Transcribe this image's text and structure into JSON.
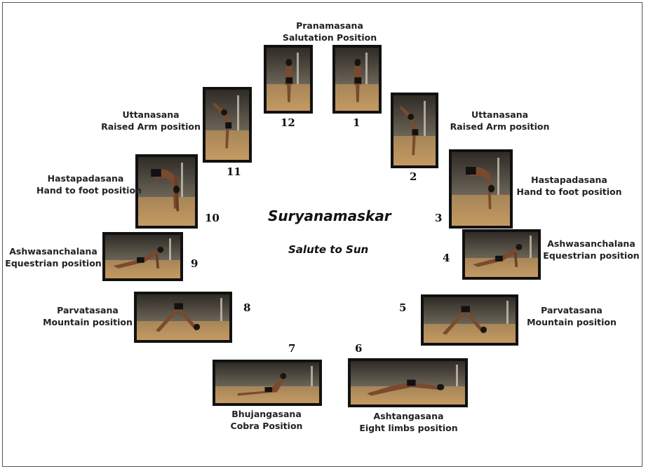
{
  "title": "Suryanamaskar",
  "subtitle": "Salute to Sun",
  "poses": [
    {
      "number": "1",
      "name": "Pranamasana",
      "desc": "Salutation Position"
    },
    {
      "number": "2",
      "name": "Uttanasana",
      "desc": "Raised Arm position"
    },
    {
      "number": "3",
      "name": "Hastapadasana",
      "desc": "Hand to foot position"
    },
    {
      "number": "4",
      "name": "Ashwasanchalana",
      "desc": "Equestrian position"
    },
    {
      "number": "5",
      "name": "Parvatasana",
      "desc": "Mountain position"
    },
    {
      "number": "6",
      "name": "Ashtangasana",
      "desc": "Eight limbs position"
    },
    {
      "number": "7",
      "name": "Bhujangasana",
      "desc": "Cobra Position"
    },
    {
      "number": "8",
      "name": "Parvatasana",
      "desc": "Mountain position"
    },
    {
      "number": "9",
      "name": "Ashwasanchalana",
      "desc": "Equestrian position"
    },
    {
      "number": "10",
      "name": "Hastapadasana",
      "desc": "Hand to foot position"
    },
    {
      "number": "11",
      "name": "Uttanasana",
      "desc": "Raised Arm position"
    },
    {
      "number": "12",
      "name": "Pranamasana",
      "desc": "Salutation Position"
    }
  ],
  "colors": {
    "frame": "#111111",
    "text": "#222222",
    "floor": "#b08a5a",
    "wall": "#4a443b"
  }
}
